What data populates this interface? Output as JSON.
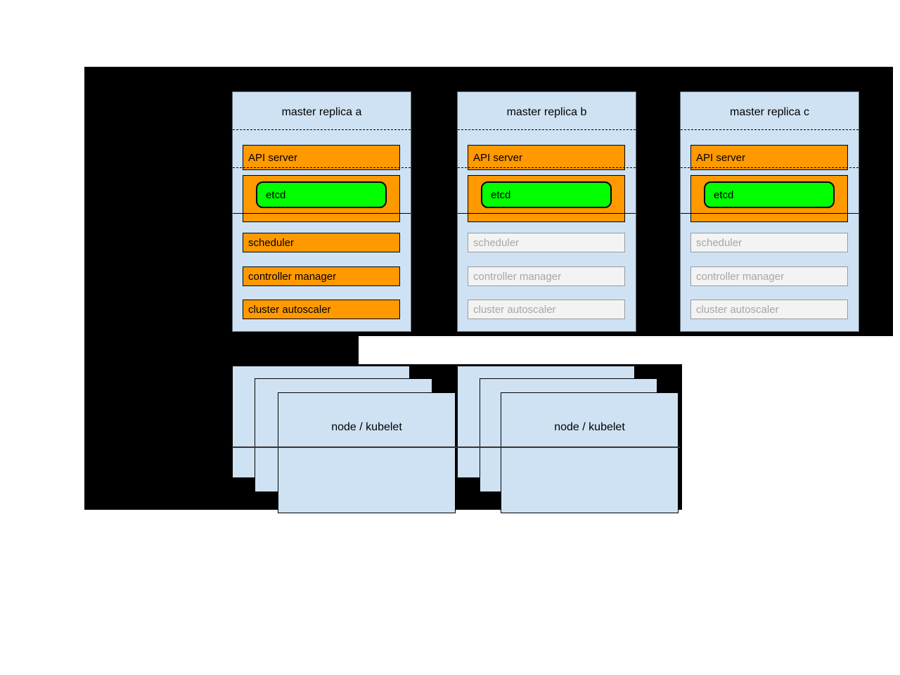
{
  "colors": {
    "backdrop": "#000000",
    "box_blue": "#cfe2f3",
    "active_orange": "#ff9900",
    "etcd_green": "#00ff00",
    "inactive_bg": "#f3f3f3",
    "inactive_text": "#a6a6a6"
  },
  "replicas": [
    {
      "title": "master replica a",
      "api_server_label": "API server",
      "etcd_label": "etcd",
      "components": [
        {
          "label": "scheduler",
          "active": true
        },
        {
          "label": "controller manager",
          "active": true
        },
        {
          "label": "cluster autoscaler",
          "active": true
        }
      ]
    },
    {
      "title": "master replica b",
      "api_server_label": "API server",
      "etcd_label": "etcd",
      "components": [
        {
          "label": "scheduler",
          "active": false
        },
        {
          "label": "controller manager",
          "active": false
        },
        {
          "label": "cluster autoscaler",
          "active": false
        }
      ]
    },
    {
      "title": "master replica c",
      "api_server_label": "API server",
      "etcd_label": "etcd",
      "components": [
        {
          "label": "scheduler",
          "active": false
        },
        {
          "label": "controller manager",
          "active": false
        },
        {
          "label": "cluster autoscaler",
          "active": false
        }
      ]
    }
  ],
  "nodes": [
    {
      "label": "node / kubelet"
    },
    {
      "label": "node / kubelet"
    }
  ]
}
